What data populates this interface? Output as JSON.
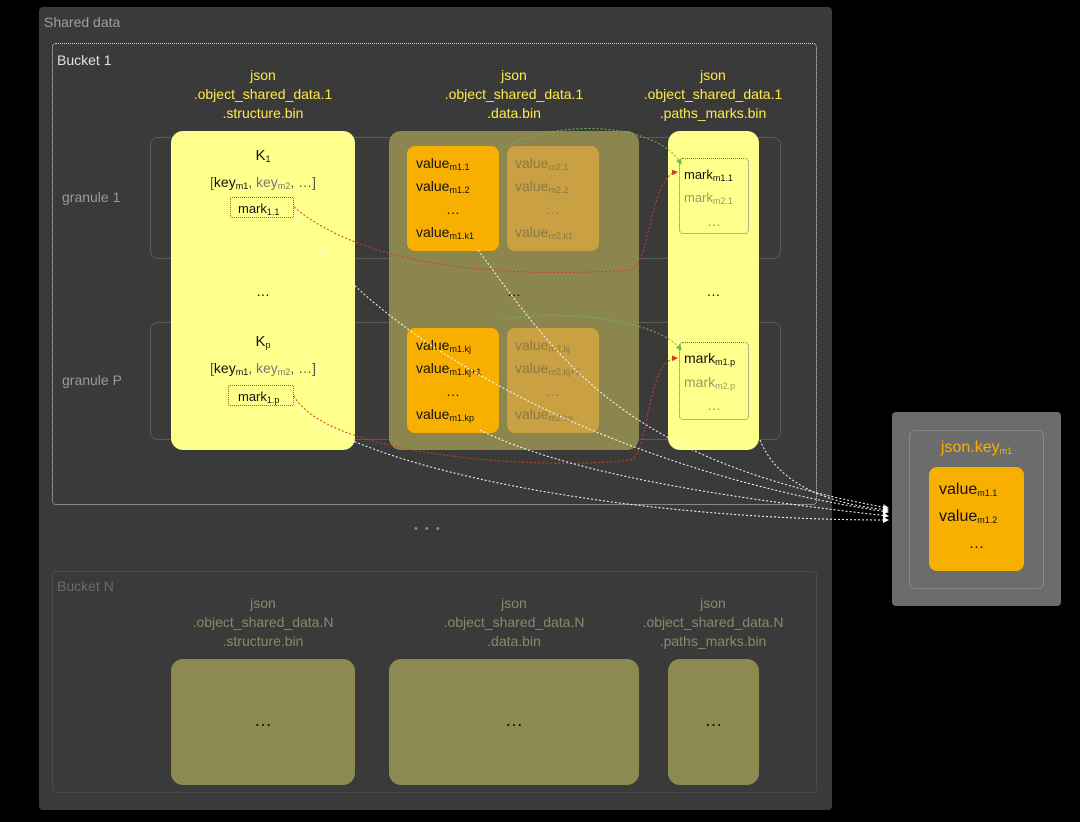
{
  "shared_title": "Shared data",
  "bucket1": {
    "label": "Bucket 1",
    "structure_file": [
      "json",
      ".object_shared_data.1",
      ".structure.bin"
    ],
    "data_file": [
      "json",
      ".object_shared_data.1",
      ".data.bin"
    ],
    "marks_file": [
      "json",
      ".object_shared_data.1",
      ".paths_marks.bin"
    ]
  },
  "granule1": {
    "label": "granule 1",
    "K": "K",
    "K_sub": "1",
    "keys_open": "[",
    "key1": "key",
    "key1_sub": "m1",
    "sep1": ",",
    "key2": "key",
    "key2_sub": "m2",
    "keys_close": ", …]",
    "mark": "mark",
    "mark_sub": "1.1",
    "v1": "value",
    "v1_sub": "m1.1",
    "v2": "value",
    "v2_sub": "m1.2",
    "v_ell": "…",
    "v3": "value",
    "v3_sub": "m1.k1",
    "w1": "value",
    "w1_sub": "m2.1",
    "w2": "value",
    "w2_sub": "m2.2",
    "w_ell": "…",
    "w3": "value",
    "w3_sub": "m2.k1",
    "more": "…",
    "m1": "mark",
    "m1_sub": "m1.1",
    "m2": "mark",
    "m2_sub": "m2.1",
    "m_ell": "…"
  },
  "middle_ellipsis": "…",
  "granuleP": {
    "label": "granule P",
    "K": "K",
    "K_sub": "p",
    "keys_open": "[",
    "key1": "key",
    "key1_sub": "m1",
    "sep1": ",",
    "key2": "key",
    "key2_sub": "m2",
    "keys_close": ", …]",
    "mark": "mark",
    "mark_sub": "1.p",
    "v1": "value",
    "v1_sub": "m1.kj",
    "v2": "value",
    "v2_sub": "m1.kj+1",
    "v_ell": "…",
    "v3": "value",
    "v3_sub": "m1.kp",
    "w1": "value",
    "w1_sub": "m2.kj",
    "w2": "value",
    "w2_sub": "m2.kj+1",
    "w_ell": "…",
    "w3": "value",
    "w3_sub": "m2.kp",
    "more": "…",
    "m1": "mark",
    "m1_sub": "m1.p",
    "m2": "mark",
    "m2_sub": "m2.p",
    "m_ell": "…"
  },
  "buckets_ellipsis": "• • •",
  "bucketN": {
    "label": "Bucket N",
    "structure_file": [
      "json",
      ".object_shared_data.N",
      ".structure.bin"
    ],
    "data_file": [
      "json",
      ".object_shared_data.N",
      ".data.bin"
    ],
    "marks_file": [
      "json",
      ".object_shared_data.N",
      ".paths_marks.bin"
    ],
    "ellipsis": "…"
  },
  "result": {
    "title": "json.key",
    "title_sub": "m1",
    "v1": "value",
    "v1_sub": "m1.1",
    "v2": "value",
    "v2_sub": "m1.2",
    "ell": "…"
  },
  "colors": {
    "background": "#000000",
    "panel": "#3a3a3a",
    "yellow_column": "#ffff8c",
    "olive_column": "#8b864e",
    "orange_value": "#f7b000",
    "label_yellow": "#ffe94a",
    "arrow_red": "#d33a2a",
    "arrow_green": "#6ac04a",
    "arrow_white": "#ffffff"
  }
}
